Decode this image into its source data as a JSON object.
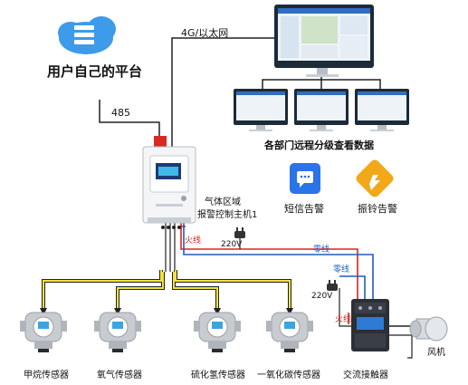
{
  "platform": {
    "label": "用户自己的平台"
  },
  "links": {
    "network": "4G/以太网",
    "rs485": "485"
  },
  "remote": {
    "caption": "各部门远程分级查看数据"
  },
  "controller": {
    "name_line1": "气体区域",
    "name_line2": "报警控制主机1"
  },
  "alerts": [
    {
      "label": "短信告警",
      "icon": "sms-icon",
      "color": "#2a73e8"
    },
    {
      "label": "振铃告警",
      "icon": "ring-icon",
      "color": "#f2a818"
    }
  ],
  "wiring": {
    "live": "火线",
    "neutral": "零线",
    "voltage_top": "220V",
    "voltage_side": "220V",
    "live2": "火线",
    "neutral2": "零线"
  },
  "sensors": [
    {
      "label": "甲烷传感器"
    },
    {
      "label": "氧气传感器"
    },
    {
      "label": "硫化氢传感器"
    },
    {
      "label": "一氧化碳传感器"
    }
  ],
  "contactor": {
    "label": "交流接触器"
  },
  "fan": {
    "label": "风机"
  }
}
